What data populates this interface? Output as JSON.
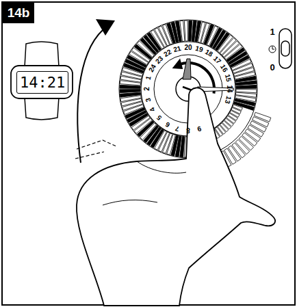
{
  "diagram": {
    "nodes": [
      {
        "text": [
          "14b"
        ]
      },
      {
        "text": [
          "14:21"
        ]
      }
    ],
    "labels": [
      "1",
      "0",
      "24",
      "23",
      "22",
      "21",
      "20",
      "19",
      "18",
      "17",
      "16",
      "15",
      "14",
      "13",
      "1",
      "2",
      "3",
      "4",
      "5",
      "6",
      "7",
      "8",
      "9"
    ]
  }
}
